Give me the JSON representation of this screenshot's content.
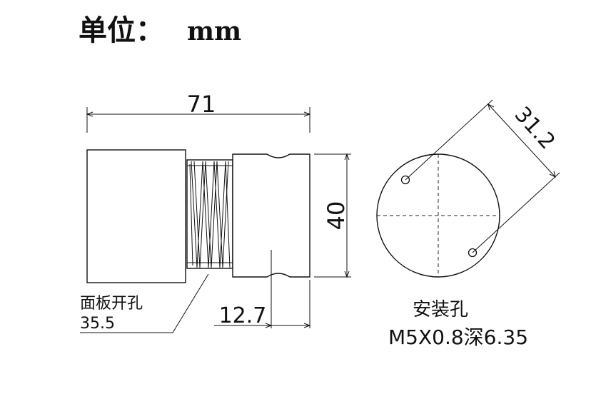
{
  "header": {
    "unit_label": "单位：",
    "unit_value": "mm"
  },
  "dimensions": {
    "overall_length": "71",
    "diameter": "40",
    "thread_length": "12.7",
    "hole_spacing": "31.2"
  },
  "notes": {
    "panel_hole_label": "面板开孔",
    "panel_hole_value": "35.5",
    "mounting_label": "安装孔",
    "mounting_spec": "M5X0.8深6.35"
  }
}
